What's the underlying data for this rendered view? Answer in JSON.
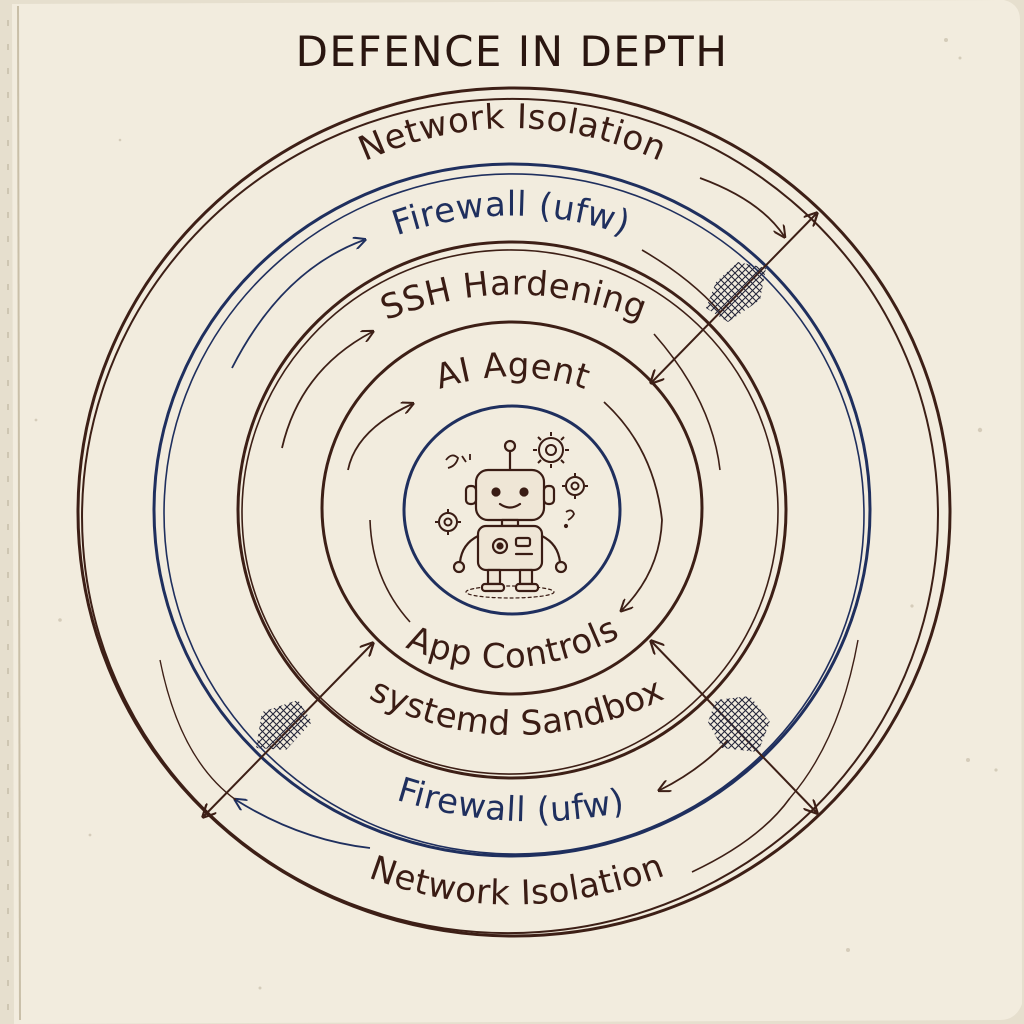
{
  "title": "DEFENCE IN DEPTH",
  "layers": {
    "network_isolation": "Network Isolation",
    "firewall": "Firewall (ufw)",
    "ssh_hardening": "SSH Hardening",
    "ai_agent": "AI Agent",
    "app_controls": "App Controls",
    "systemd_sandbox": "systemd Sandbox"
  },
  "center": {
    "icon": "robot-icon"
  },
  "colors": {
    "paper": "#f1ebdc",
    "brown_ink": "#3d1f16",
    "blue_ink": "#1f2f5e"
  }
}
